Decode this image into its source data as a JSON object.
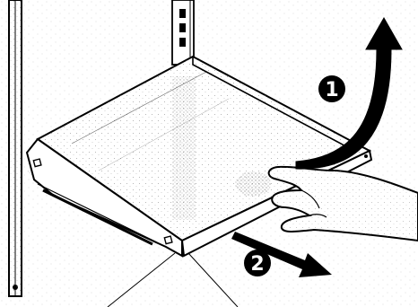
{
  "illustration": {
    "steps": [
      {
        "number": "1",
        "action": "lift-up-arrow"
      },
      {
        "number": "2",
        "action": "pull-out-arrow"
      }
    ],
    "colors": {
      "ink": "#000000",
      "paper": "#ffffff",
      "glass_stipple": "#8a8a8a"
    },
    "icons": [
      "rail-icon",
      "shelf-icon",
      "hand-icon",
      "curved-arrow-up-icon",
      "straight-arrow-out-icon"
    ]
  }
}
